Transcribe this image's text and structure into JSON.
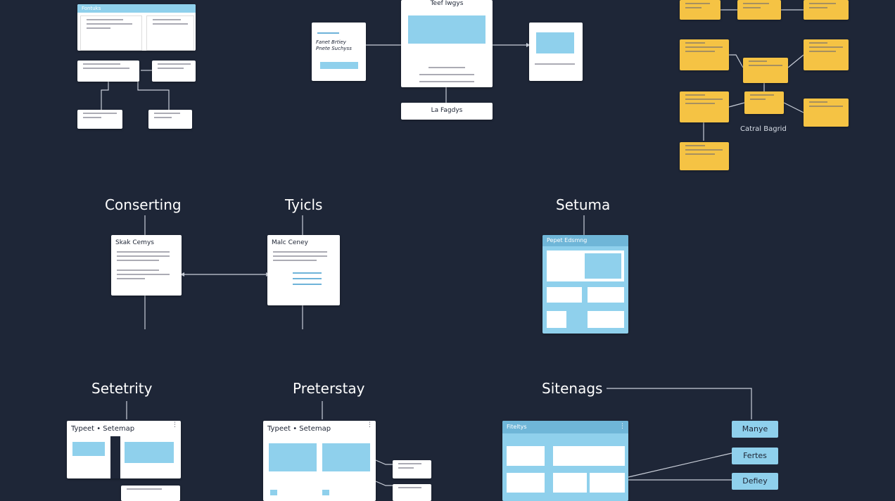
{
  "sections": {
    "s1": "Conserting",
    "s2": "Tyicls",
    "s3": "Setuma",
    "s4": "Setetrity",
    "s5": "Preterstay",
    "s6": "Sitenags"
  },
  "cards": {
    "tl_header": "Fontuks",
    "mid_title": "Teef Iwgys",
    "mid_bottom": "La Fagdys",
    "mid_left_title": "Fanet Brtiey Pnete Suchyss",
    "yellow_caption": "Catral Bagrid",
    "conserting_card": "Skak Cemys",
    "tyicls_card": "Malc Ceney",
    "setuma_header": "Pepet Edsmng",
    "setetrity_card": "Typeet • Setemap",
    "preterstay_card": "Typeet • Setemap",
    "sitenags_header": "Fiteltys"
  },
  "pills": {
    "p1": "Manye",
    "p2": "Fertes",
    "p3": "Defiey"
  },
  "icons": {
    "kebab": "⋮"
  },
  "colors": {
    "background": "#1e2637",
    "card": "#ffffff",
    "accent_blue": "#8fd0ec",
    "accent_yellow": "#f5c344"
  }
}
